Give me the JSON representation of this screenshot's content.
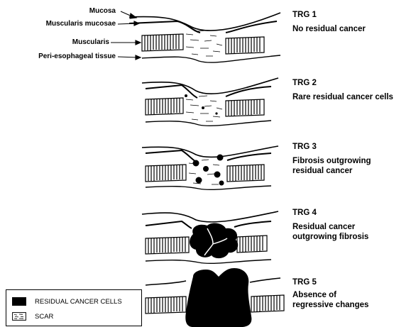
{
  "labels": {
    "mucosa": "Mucosa",
    "muscularis_mucosae": "Muscularis mucosae",
    "muscularis": "Muscularis",
    "peri_esophageal": "Peri-esophageal tissue"
  },
  "grades": [
    {
      "title": "TRG 1",
      "lines": [
        "No residual cancer"
      ]
    },
    {
      "title": "TRG 2",
      "lines": [
        "Rare residual cancer cells"
      ]
    },
    {
      "title": "TRG 3",
      "lines": [
        "Fibrosis outgrowing",
        "residual cancer"
      ]
    },
    {
      "title": "TRG 4",
      "lines": [
        "Residual cancer",
        "outgrowing fibrosis"
      ]
    },
    {
      "title": "TRG 5",
      "lines": [
        "Absence of",
        "regressive changes"
      ]
    }
  ],
  "legend": {
    "items": [
      {
        "label": "RESIDUAL CANCER CELLS",
        "swatch": "solid"
      },
      {
        "label": "SCAR",
        "swatch": "hatch"
      }
    ]
  },
  "colors": {
    "ink": "#000000",
    "background": "#ffffff"
  }
}
